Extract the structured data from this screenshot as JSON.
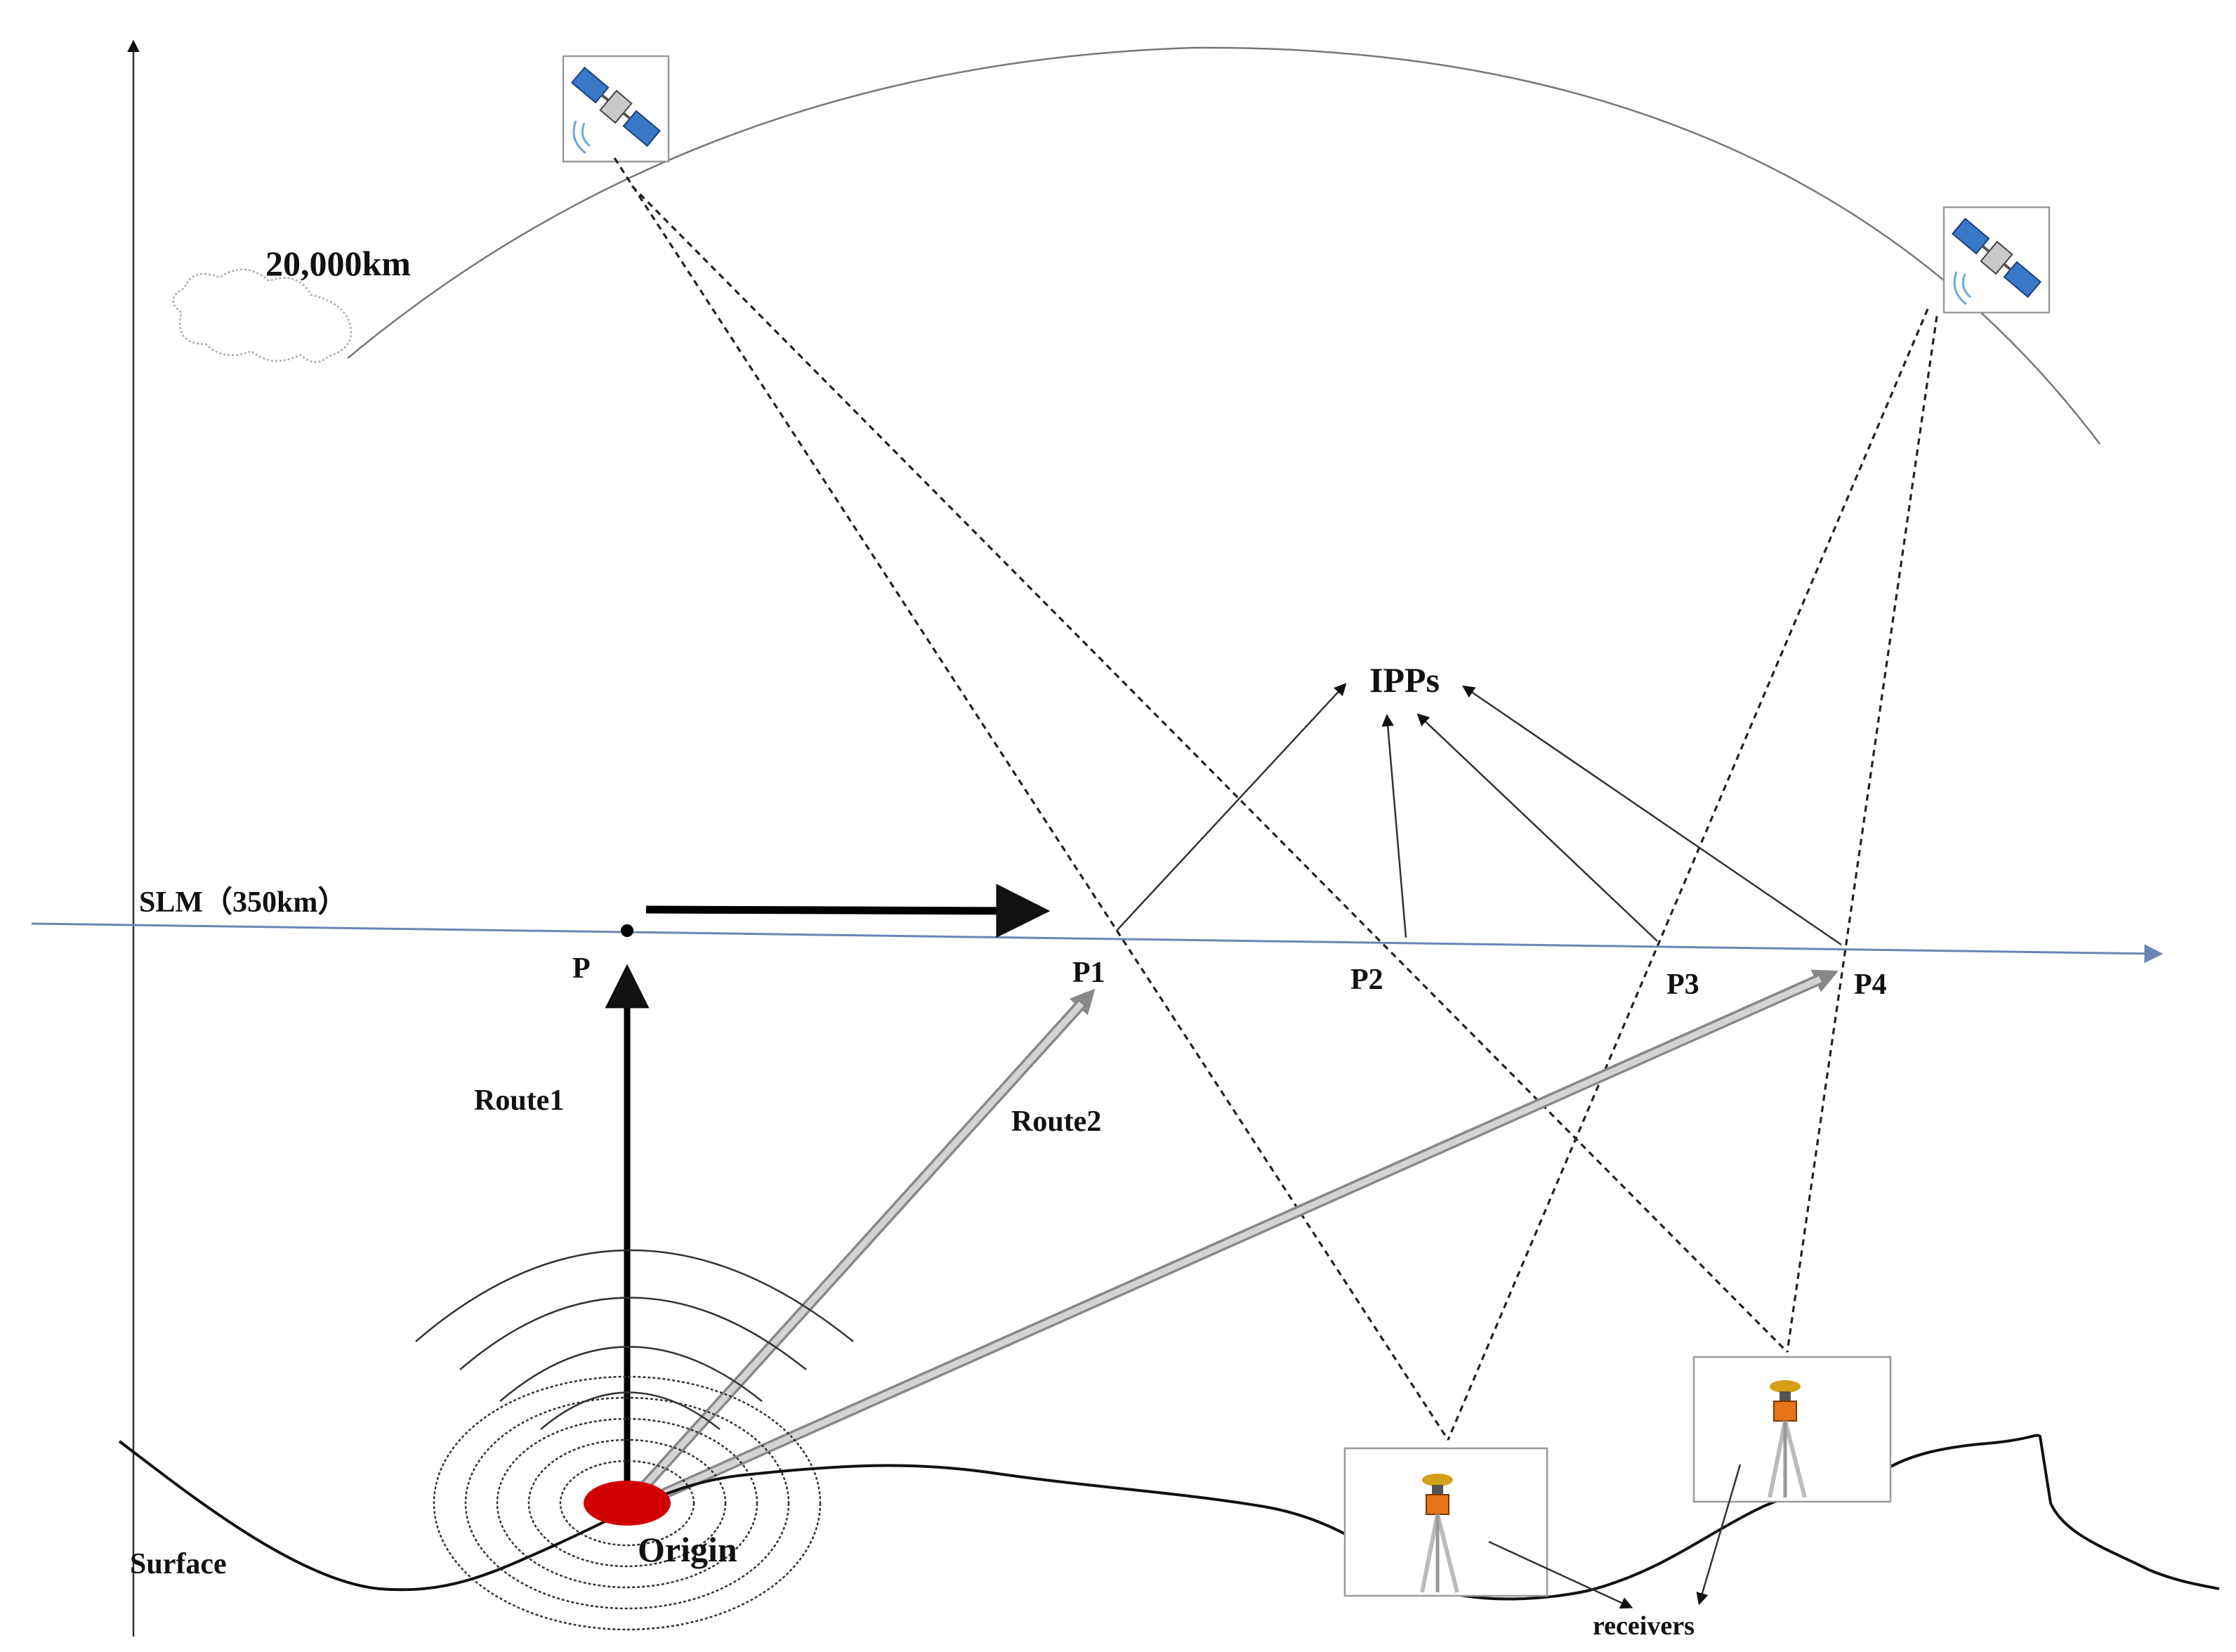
{
  "labels": {
    "orbit_altitude": "20,000km",
    "slm": "SLM（350km）",
    "ipps": "IPPs",
    "p": "P",
    "p1": "P1",
    "p2": "P2",
    "p3": "P3",
    "p4": "P4",
    "route1": "Route1",
    "route2": "Route2",
    "origin": "Origin",
    "surface": "Surface",
    "receivers": "receivers"
  },
  "icons": {
    "satellite": "satellite-icon",
    "receiver": "gnss-tripod-receiver-icon",
    "cloud": "cloud-icon"
  },
  "colors": {
    "slm_axis": "#6a85b3",
    "origin": "#d10000",
    "route1": "#000000",
    "route2": "#8a8a8a"
  }
}
